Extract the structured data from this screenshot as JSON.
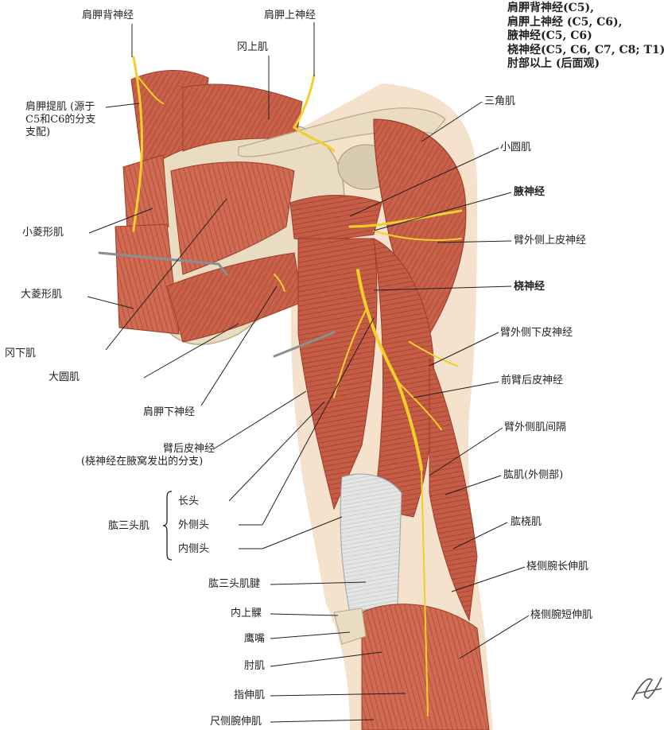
{
  "title_lines": [
    "肩胛背神经(C5),",
    "肩胛上神经 (C5, C6),",
    "腋神经(C5, C6)",
    "桡神经(C5, C6, C7, C8; T1)",
    "肘部以上 (后面观)"
  ],
  "labels": {
    "dorsal_scapular_nerve": "肩胛背神经",
    "suprascapular_nerve": "肩胛上神经",
    "supraspinatus": "冈上肌",
    "levator_scapulae_1": "肩胛提肌 (源于",
    "levator_scapulae_2": "C5和C6的分支",
    "levator_scapulae_3": "支配)",
    "rhomboid_minor": "小菱形肌",
    "rhomboid_major": "大菱形肌",
    "infraspinatus": "冈下肌",
    "teres_major": "大圆肌",
    "subscapular_nerve": "肩胛下神经",
    "posterior_brachial_cutaneous_1": "臂后皮神经",
    "posterior_brachial_cutaneous_2": "(桡神经在腋窝发出的分支)",
    "triceps": "肱三头肌",
    "long_head": "长头",
    "lateral_head": "外侧头",
    "medial_head": "内侧头",
    "triceps_tendon": "肱三头肌腱",
    "medial_epicondyle": "内上髁",
    "olecranon": "鹰嘴",
    "anconeus": "肘肌",
    "extensor_digitorum": "指伸肌",
    "extensor_carpi_ulnaris": "尺侧腕伸肌",
    "deltoid": "三角肌",
    "teres_minor": "小圆肌",
    "axillary_nerve": "腋神经",
    "superior_lateral_brachial_cutaneous": "臂外侧上皮神经",
    "radial_nerve": "桡神经",
    "inferior_lateral_brachial_cutaneous": "臂外侧下皮神经",
    "posterior_antebrachial_cutaneous": "前臂后皮神经",
    "lateral_intermuscular_septum": "臂外侧肌间隔",
    "brachialis_lateral": "肱肌(外侧部)",
    "brachioradialis": "肱桡肌",
    "ecrl": "桡侧腕长伸肌",
    "ecrb": "桡侧腕短伸肌"
  },
  "colors": {
    "muscle": "#c8614a",
    "muscle_dark": "#a9432f",
    "muscle_light": "#e39a7d",
    "nerve": "#f2cf2a",
    "bone": "#e9dcc0",
    "tendon": "#dfe3e3",
    "skin": "#f4e2cd",
    "leader": "#231f20"
  }
}
